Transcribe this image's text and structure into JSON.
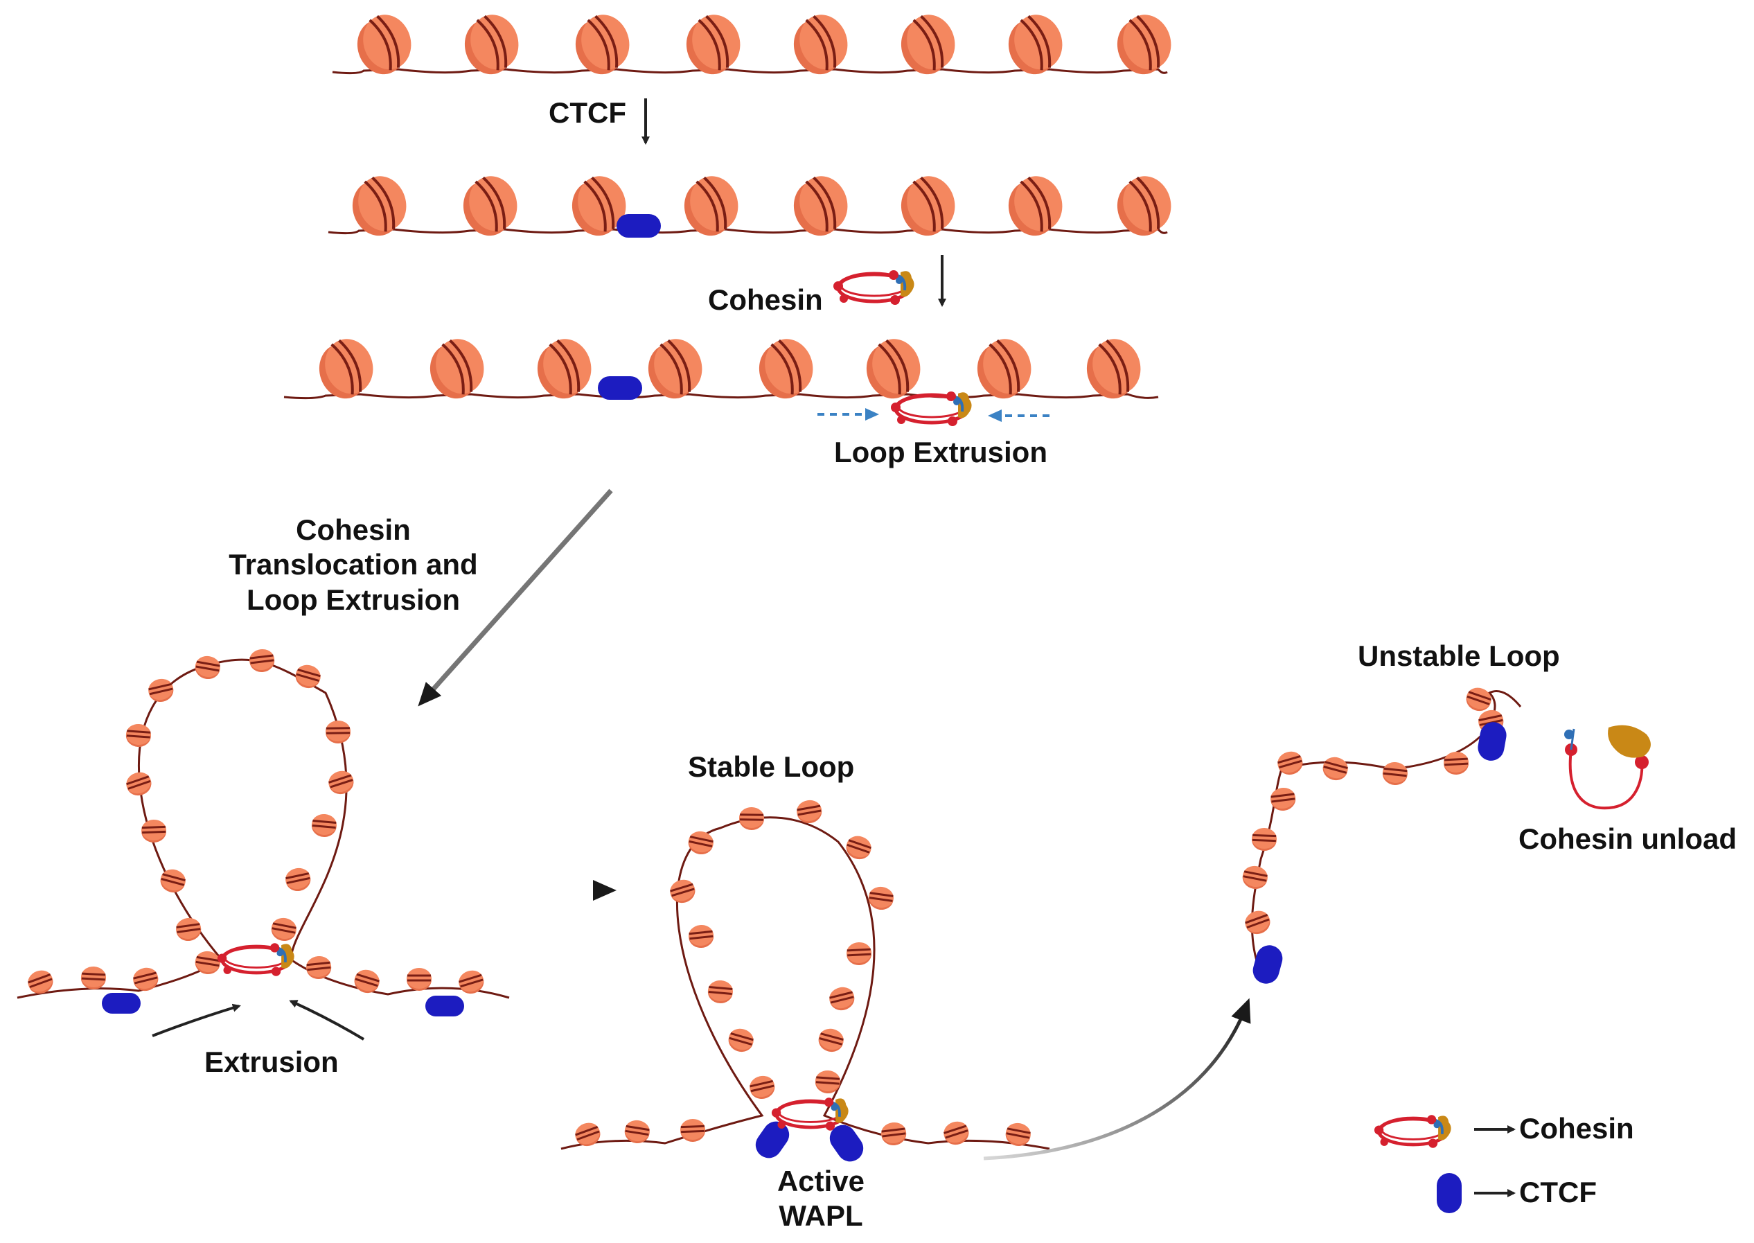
{
  "labels": {
    "ctcf_step": "CTCF",
    "cohesin_step": "Cohesin",
    "loop_extrusion": "Loop Extrusion",
    "translocation_line1": "Cohesin",
    "translocation_line2": "Translocation and",
    "translocation_line3": "Loop Extrusion",
    "extrusion": "Extrusion",
    "stable_loop": "Stable Loop",
    "active_wapl_line1": "Active",
    "active_wapl_line2": "WAPL",
    "unstable_loop": "Unstable Loop",
    "cohesin_unload": "Cohesin unload"
  },
  "legend": {
    "cohesin": "Cohesin",
    "ctcf": "CTCF"
  },
  "colors": {
    "nucleosome": "#f4875f",
    "nucleosome_band": "#7a1e14",
    "dna": "#6e1a12",
    "ctcf": "#1c1cc0",
    "cohesin_ring": "#d5202e",
    "cohesin_head": "#c98816",
    "extrusion_arrow": "#3b82c4",
    "arrow": "#222222"
  }
}
